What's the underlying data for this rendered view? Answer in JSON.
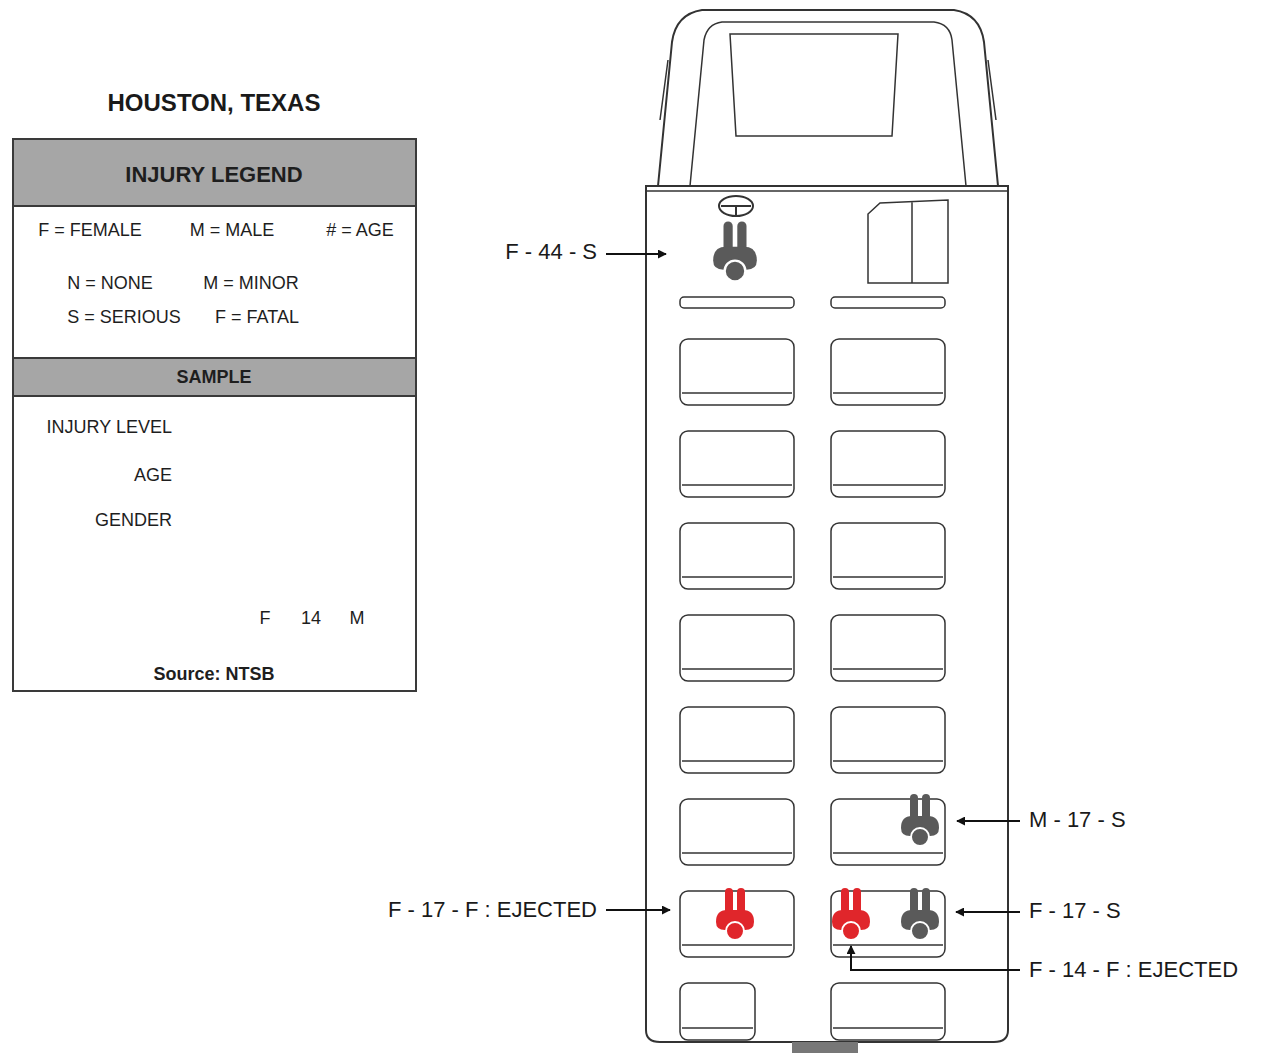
{
  "diagram": {
    "title": "HOUSTON, TEXAS",
    "nodes": [
      {
        "text": [
          "INJURY LEGEND"
        ]
      },
      {
        "text": [
          "F = FEMALE",
          "M = MALE",
          "# = AGE",
          "N = NONE",
          "M = MINOR",
          "S = SERIOUS",
          "F = FATAL"
        ]
      },
      {
        "text": [
          "SAMPLE"
        ]
      },
      {
        "text": [
          "INJURY LEVEL",
          "AGE",
          "GENDER",
          "F",
          "14",
          "M",
          "Source: NTSB"
        ]
      }
    ],
    "labels": [
      "F - 44 - S",
      "M - 17 - S",
      "F - 17 - F : EJECTED",
      "F - 17 - S",
      "F - 14 - F : EJECTED"
    ]
  }
}
